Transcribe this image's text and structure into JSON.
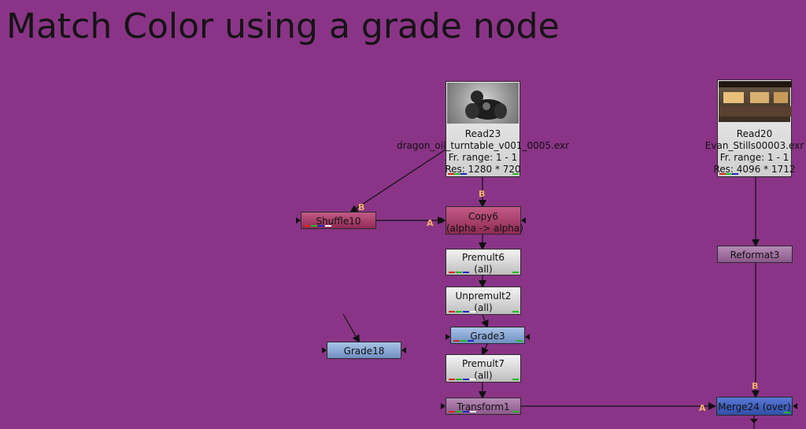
{
  "page": {
    "title": "Match Color using a grade node"
  },
  "nodes": {
    "read23": {
      "name": "Read23",
      "file": "dragon_oil_turntable_v001_0005.exr",
      "range": "Fr. range: 1 - 1",
      "res": "Res: 1280 * 720"
    },
    "read20": {
      "name": "Read20",
      "file": "Evan_Stills00003.exr",
      "range": "Fr. range: 1 - 1",
      "res": "Res: 4096 * 1712"
    },
    "shuffle10": {
      "name": "Shuffle10"
    },
    "copy6": {
      "name": "Copy6",
      "sub": "(alpha -> alpha)"
    },
    "premult6": {
      "name": "Premult6",
      "sub": "(all)"
    },
    "unpremult2": {
      "name": "Unpremult2",
      "sub": "(all)"
    },
    "grade3": {
      "name": "Grade3"
    },
    "grade18": {
      "name": "Grade18"
    },
    "premult7": {
      "name": "Premult7",
      "sub": "(all)"
    },
    "transform1": {
      "name": "Transform1"
    },
    "reformat3": {
      "name": "Reformat3"
    },
    "merge24": {
      "name": "Merge24 (over)"
    }
  },
  "input_labels": {
    "a": "A",
    "b": "B"
  },
  "colors": {
    "background": "#8a3487",
    "wire": "#111111",
    "input_tag": "#f2b36a"
  }
}
